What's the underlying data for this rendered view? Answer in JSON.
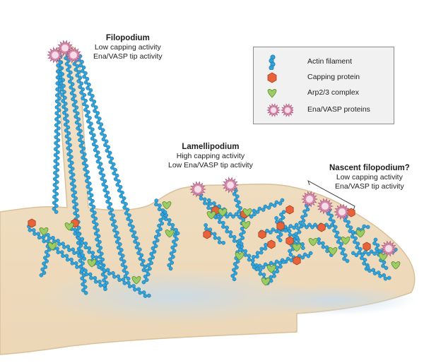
{
  "legend": {
    "items": [
      {
        "label": "Actin filament",
        "icon": "actin-filament-icon"
      },
      {
        "label": "Capping protein",
        "icon": "capping-protein-icon"
      },
      {
        "label": "Arp2/3 complex",
        "icon": "arp23-complex-icon"
      },
      {
        "label": "Ena/VASP proteins",
        "icon": "ena-vasp-protein-icon"
      }
    ]
  },
  "labels": {
    "filopodium": {
      "title": "Filopodium",
      "line1": "Low capping activity",
      "line2": "Ena/VASP tip activity"
    },
    "lamellipodium": {
      "title": "Lamellipodium",
      "line1": "High capping activity",
      "line2": "Low Ena/VASP tip activity"
    },
    "nascent": {
      "title": "Nascent filopodium?",
      "line1": "Low capping activity",
      "line2": "Ena/VASP tip activity"
    }
  },
  "colors": {
    "cell_body": "#f2e2c8",
    "cell_outline": "#d7bd94",
    "actin_bead": "#2fa3da",
    "actin_bead_dark": "#1a6f9e",
    "capping_protein": "#e8633a",
    "arp23": "#9ccc65",
    "ena_vasp": "#d68aab",
    "shadow": "#c7d8e6"
  }
}
